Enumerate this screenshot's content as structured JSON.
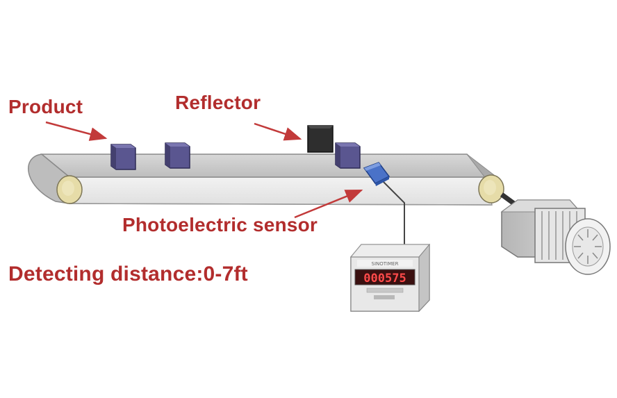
{
  "labels": {
    "product": "Product",
    "reflector": "Reflector",
    "photoelectric_sensor": "Photoelectric sensor",
    "detecting_distance": "Detecting distance:0-7ft"
  },
  "counter": {
    "display_value": "000575",
    "brand_text": "SINOTIMER"
  },
  "colors": {
    "label_red": "#b22d2d",
    "belt_gray": "#c9c9c9",
    "product_purple": "#5a5690",
    "reflector_black": "#2e2e2e",
    "sensor_blue": "#4a72c8",
    "roller_yellow": "#e6dca8",
    "display_red": "#e02a2a"
  }
}
